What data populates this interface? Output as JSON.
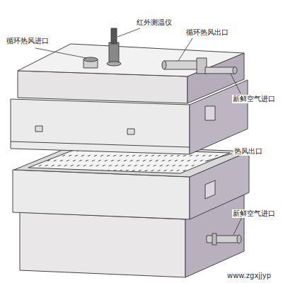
{
  "diagram": {
    "labels": [
      "循环热风进口",
      "红外测温仪",
      "循环热风出口",
      "新鲜空气进口",
      "热风出口",
      "新鲜空气进口",
      "www.zgxjjyp"
    ]
  }
}
